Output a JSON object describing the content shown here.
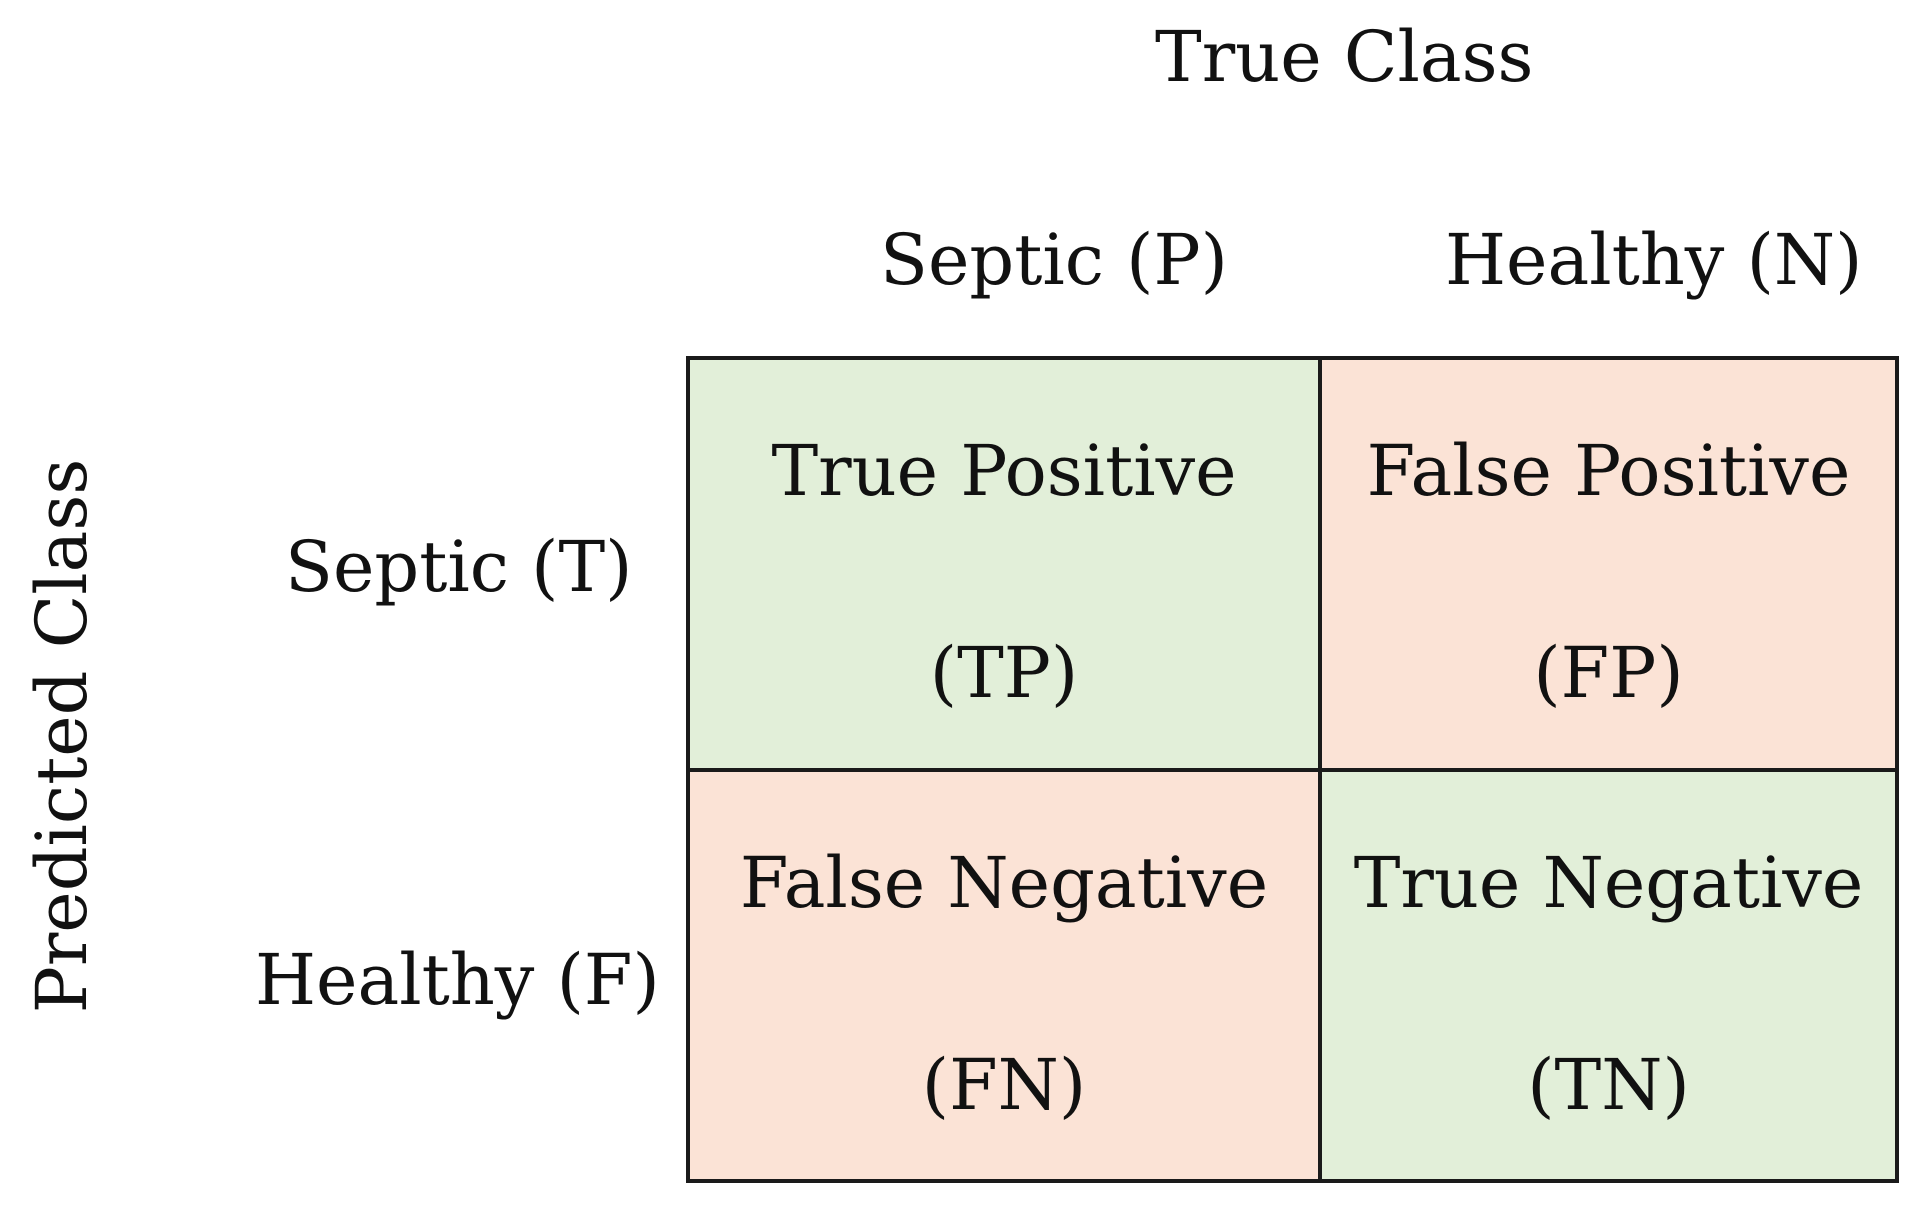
{
  "axes": {
    "true_class_title": "True Class",
    "predicted_class_title": "Predicted Class"
  },
  "columns": [
    {
      "label": "Septic (P)"
    },
    {
      "label": "Healthy (N)"
    }
  ],
  "rows": [
    {
      "label": "Septic (T)"
    },
    {
      "label": "Healthy (F)"
    }
  ],
  "cells": [
    {
      "name": "True Positive",
      "abbr": "(TP)",
      "color": "#e2efd9"
    },
    {
      "name": "False Positive",
      "abbr": "(FP)",
      "color": "#fbe3d6"
    },
    {
      "name": "False Negative",
      "abbr": "(FN)",
      "color": "#fbe3d6"
    },
    {
      "name": "True Negative",
      "abbr": "(TN)",
      "color": "#e2efd9"
    }
  ],
  "colors": {
    "correct": "#e2efd9",
    "incorrect": "#fbe3d6",
    "border": "#1a1a1a"
  }
}
